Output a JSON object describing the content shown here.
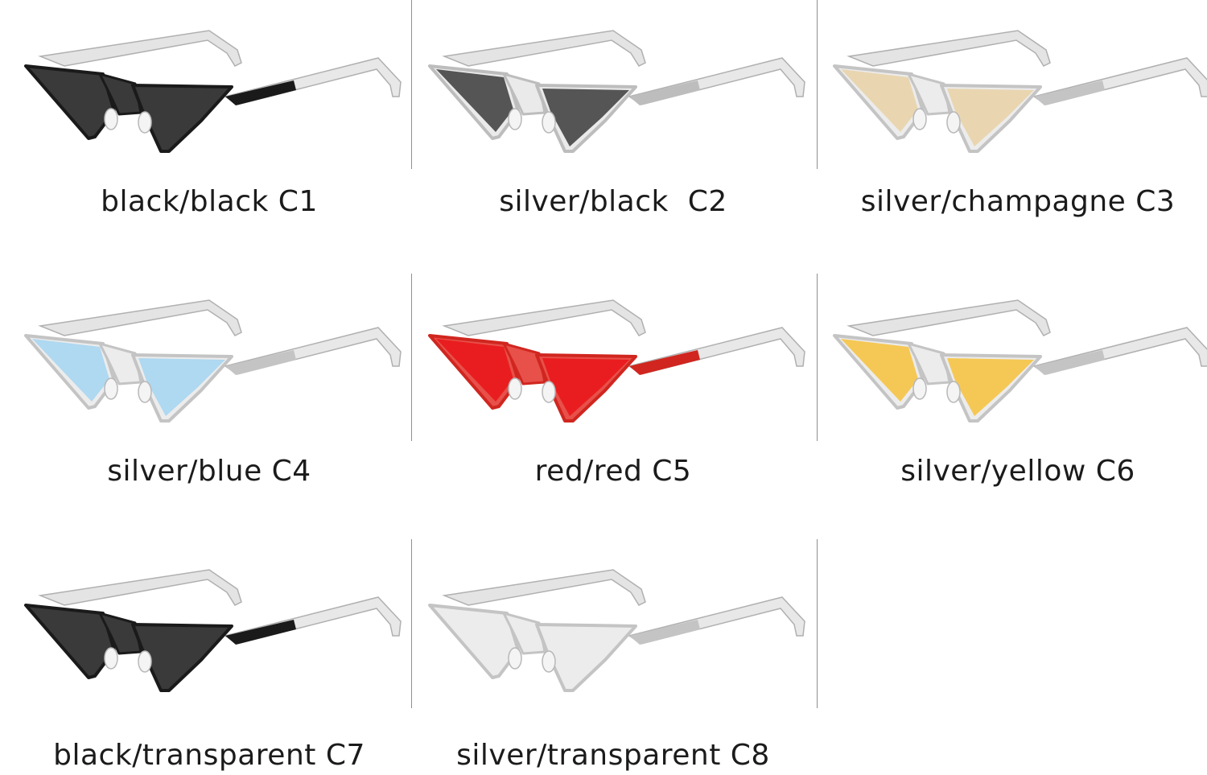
{
  "variants": [
    {
      "label": "black/black C1",
      "frame": "#1a1a1a",
      "frame_light": "#3a3a3a",
      "lens": "#3b3b3b",
      "lens_opacity": 0.92
    },
    {
      "label": "silver/black  C2",
      "frame": "#bdbdbd",
      "frame_light": "#eaeaea",
      "lens": "#454545",
      "lens_opacity": 0.9
    },
    {
      "label": "silver/champagne C3",
      "frame": "#c4c4c4",
      "frame_light": "#ececec",
      "lens": "#e9d2a7",
      "lens_opacity": 0.85
    },
    {
      "label": "silver/blue C4",
      "frame": "#c4c4c4",
      "frame_light": "#ececec",
      "lens": "#a9d6f2",
      "lens_opacity": 0.9
    },
    {
      "label": "red/red C5",
      "frame": "#d0261f",
      "frame_light": "#e8504a",
      "lens": "#e8191b",
      "lens_opacity": 0.92
    },
    {
      "label": "silver/yellow C6",
      "frame": "#c4c4c4",
      "frame_light": "#ececec",
      "lens": "#f6c445",
      "lens_opacity": 0.9
    },
    {
      "label": "black/transparent C7",
      "frame": "#1a1a1a",
      "frame_light": "#3a3a3a",
      "lens": "#ffffff",
      "lens_opacity": 0.0
    },
    {
      "label": "silver/transparent C8",
      "frame": "#c4c4c4",
      "frame_light": "#ececec",
      "lens": "#ffffff",
      "lens_opacity": 0.0
    }
  ]
}
